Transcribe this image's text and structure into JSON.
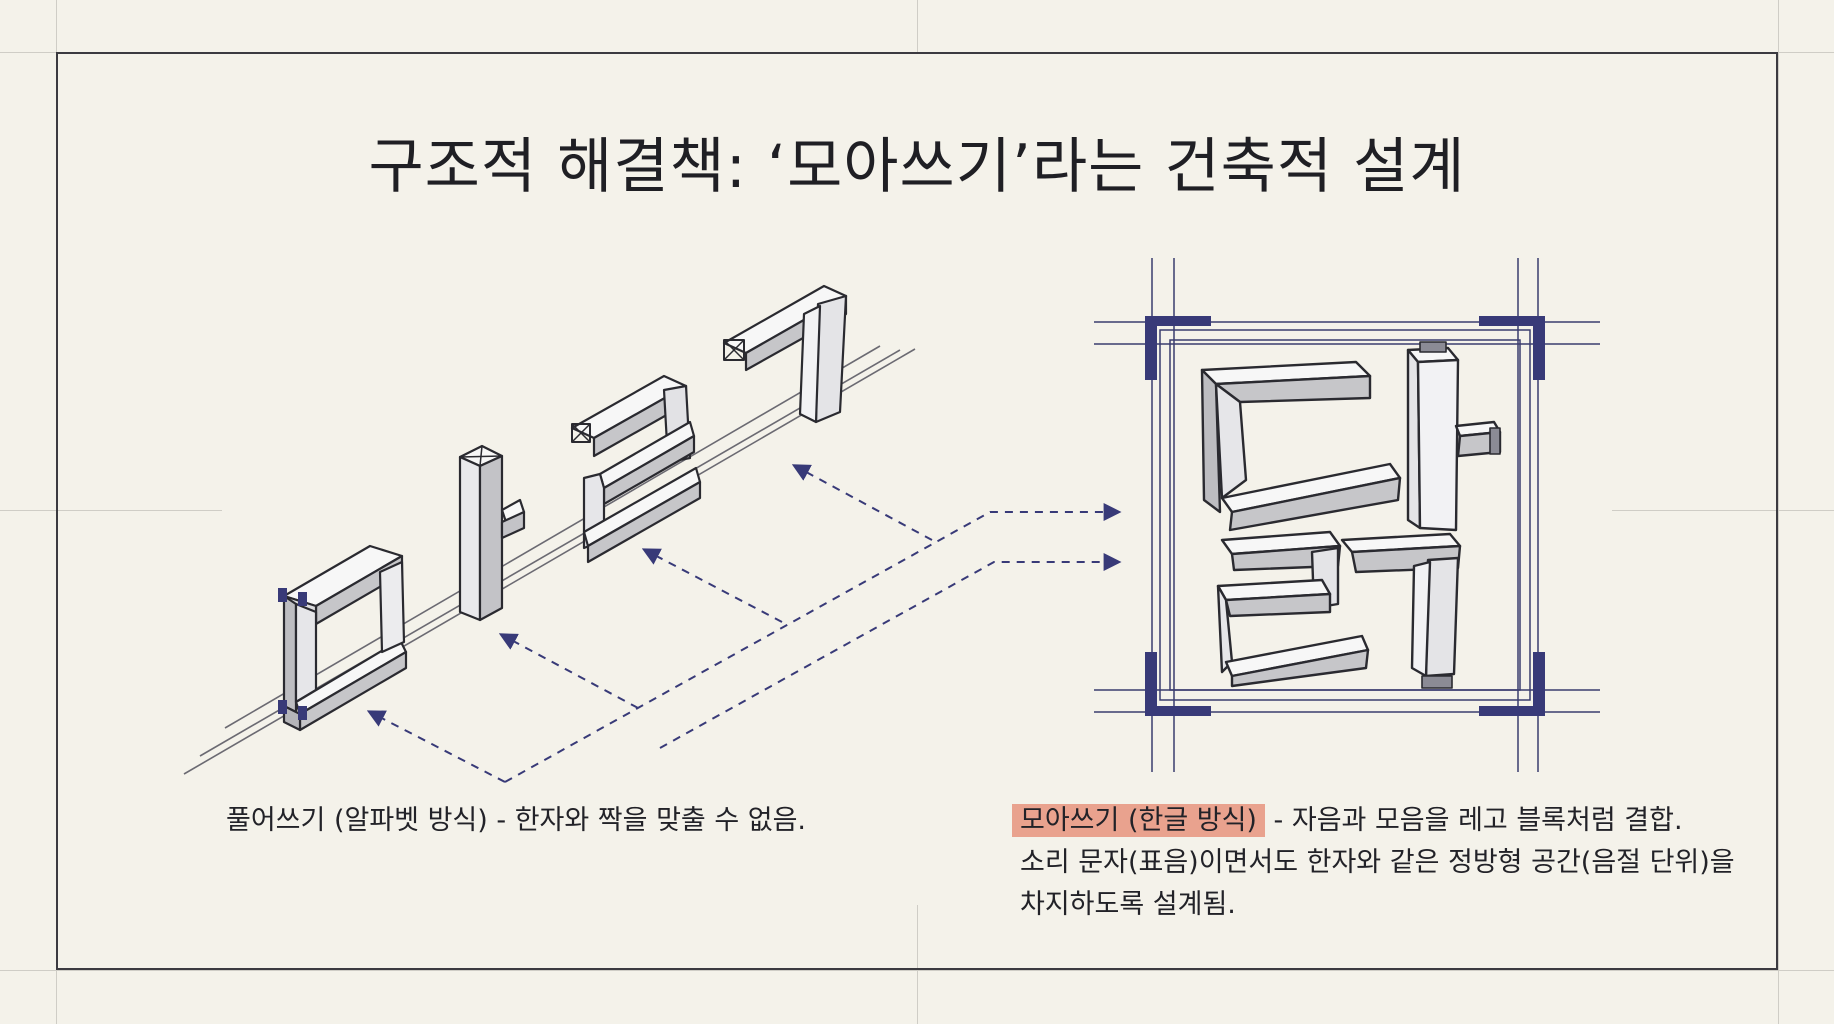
{
  "title": "구조적 해결책: ‘모아쓰기’라는 건축적 설계",
  "left_caption": "풀어쓰기 (알파벳 방식) - 한자와 짝을 맞출 수 없음.",
  "right_caption": {
    "highlight": "모아쓰기 (한글 방식)",
    "line1_rest": " - 자음과 모음을 레고 블록처럼 결합.",
    "line2": "소리 문자(표음)이면서도 한자와 같은 정방형 공간(음절 단위)을",
    "line3": "차지하도록 설계됨."
  },
  "colors": {
    "background": "#f4f2ea",
    "frame": "#3b3a40",
    "accent_navy": "#383a78",
    "highlight": "#e9a28e"
  }
}
